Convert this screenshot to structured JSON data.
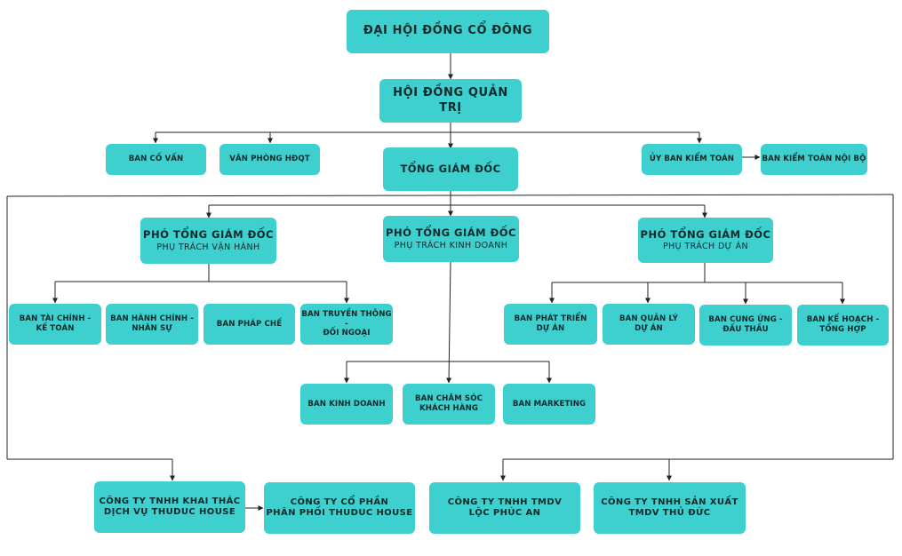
{
  "colors": {
    "box_fill": "#3ecfcf",
    "box_text": "#0f2a2a",
    "line": "#222222"
  },
  "nodes": {
    "dhdcd": {
      "title": "ĐẠI HỘI ĐỒNG CỔ ĐÔNG"
    },
    "hdqt": {
      "title": "HỘI ĐỒNG QUẢN TRỊ"
    },
    "ban_co_van": {
      "title": "BAN CỐ VẤN"
    },
    "vp_hdqt": {
      "title": "VĂN PHÒNG HĐQT"
    },
    "tgd": {
      "title": "TỔNG GIÁM ĐỐC"
    },
    "ub_kiem_toan": {
      "title": "ỦY BAN KIỂM TOÁN"
    },
    "ban_ktnb": {
      "title": "BAN KIỂM TOÁN NỘI BỘ"
    },
    "ptgd_vh": {
      "title": "PHÓ TỔNG GIÁM ĐỐC",
      "subtitle": "PHỤ TRÁCH VẬN HÀNH"
    },
    "ptgd_kd": {
      "title": "PHÓ TỔNG GIÁM ĐỐC",
      "subtitle": "PHỤ TRÁCH KINH DOANH"
    },
    "ptgd_da": {
      "title": "PHÓ TỔNG GIÁM ĐỐC",
      "subtitle": "PHỤ TRÁCH DỰ ÁN"
    },
    "ban_tckt": {
      "line1": "BAN TÀI CHÍNH -",
      "line2": "KẾ TOÁN"
    },
    "ban_hcns": {
      "line1": "BAN HÀNH CHÍNH -",
      "line2": "NHÂN SỰ"
    },
    "ban_phap_che": {
      "title": "BAN PHÁP CHẾ"
    },
    "ban_ttdn": {
      "line1": "BAN TRUYỀN THÔNG -",
      "line2": "ĐỐI NGOẠI"
    },
    "ban_ptda": {
      "line1": "BAN PHÁT TRIỂN",
      "line2": "DỰ ÁN"
    },
    "ban_qlda": {
      "line1": "BAN QUẢN LÝ",
      "line2": "DỰ ÁN"
    },
    "ban_cudt": {
      "line1": "BAN CUNG ỨNG -",
      "line2": "ĐẤU THẦU"
    },
    "ban_khth": {
      "line1": "BAN KẾ HOẠCH -",
      "line2": "TỔNG HỢP"
    },
    "ban_kd": {
      "title": "BAN KINH DOANH"
    },
    "ban_cskh": {
      "line1": "BAN CHĂM SÓC",
      "line2": "KHÁCH HÀNG"
    },
    "ban_mkt": {
      "title": "BAN MARKETING"
    },
    "cty_khai_thac": {
      "line1": "CÔNG TY TNHH KHAI THÁC",
      "line2": "DỊCH VỤ THUDUC HOUSE"
    },
    "cty_phan_phoi": {
      "line1": "CÔNG TY CỔ PHẦN",
      "line2": "PHÂN PHỐI THUDUC HOUSE"
    },
    "cty_loc_phuc_an": {
      "line1": "CÔNG TY TNHH TMDV",
      "line2": "LỘC PHÚC AN"
    },
    "cty_san_xuat": {
      "line1": "CÔNG TY TNHH SẢN XUẤT",
      "line2": "TMDV THỦ ĐỨC"
    }
  }
}
